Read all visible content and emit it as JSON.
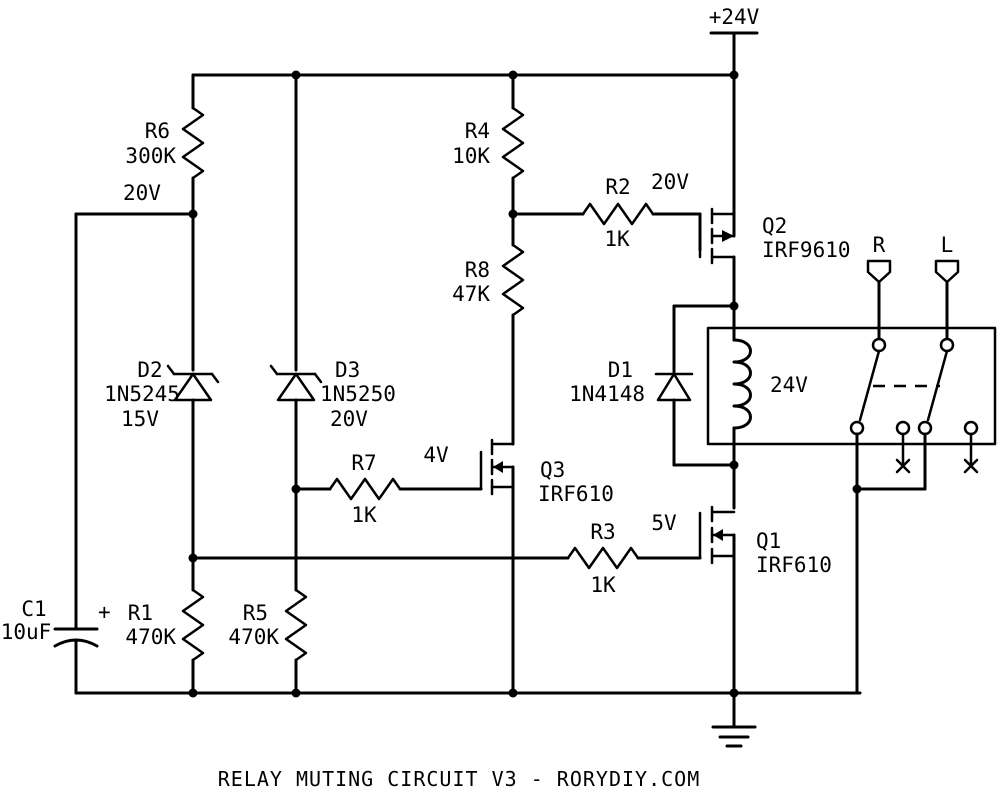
{
  "supply": {
    "label": "+24V"
  },
  "components": {
    "r6": {
      "ref": "R6",
      "value": "300K"
    },
    "r4": {
      "ref": "R4",
      "value": "10K"
    },
    "r2": {
      "ref": "R2",
      "value": "1K"
    },
    "r8": {
      "ref": "R8",
      "value": "47K"
    },
    "r7": {
      "ref": "R7",
      "value": "1K"
    },
    "r3": {
      "ref": "R3",
      "value": "1K"
    },
    "r1": {
      "ref": "R1",
      "value": "470K"
    },
    "r5": {
      "ref": "R5",
      "value": "470K"
    },
    "c1": {
      "ref": "C1",
      "value": "10uF",
      "polarity": "+"
    },
    "d1": {
      "ref": "D1",
      "part": "1N4148"
    },
    "d2": {
      "ref": "D2",
      "part": "1N5245",
      "voltage": "15V"
    },
    "d3": {
      "ref": "D3",
      "part": "1N5250",
      "voltage": "20V"
    },
    "q1": {
      "ref": "Q1",
      "part": "IRF610"
    },
    "q2": {
      "ref": "Q2",
      "part": "IRF9610"
    },
    "q3": {
      "ref": "Q3",
      "part": "IRF610"
    },
    "relay": {
      "coil_voltage": "24V"
    }
  },
  "node_labels": {
    "zener_node": "20V",
    "q2_gate": "20V",
    "q3_gate": "4V",
    "q1_gate": "5V"
  },
  "outputs": {
    "right": "R",
    "left": "L"
  },
  "title": "RELAY MUTING CIRCUIT V3 - RORYDIY.COM"
}
